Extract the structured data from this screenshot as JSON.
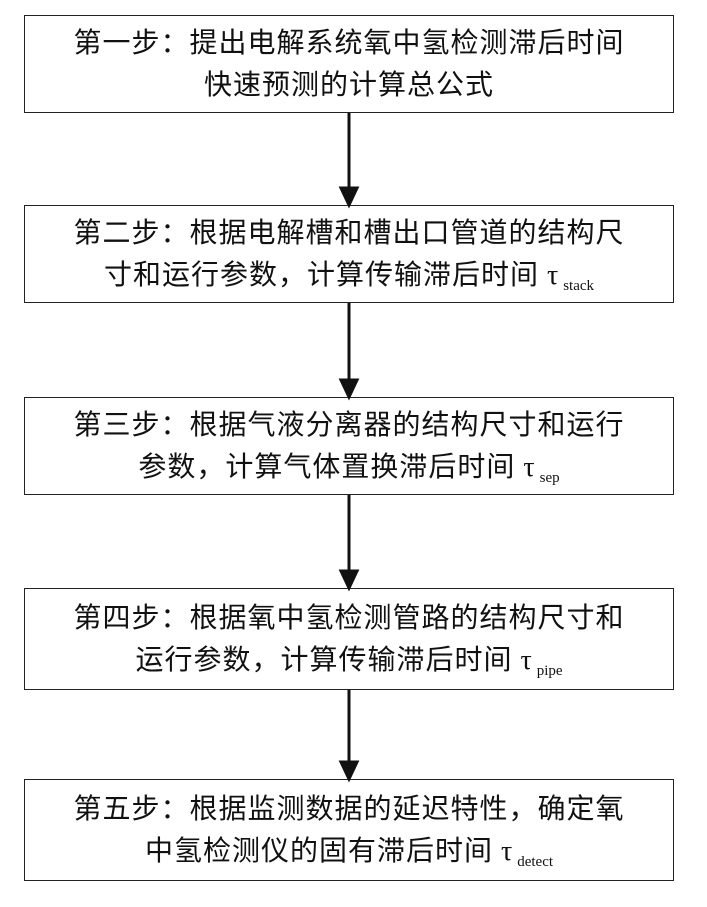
{
  "steps": [
    {
      "line1": "第一步：提出电解系统氧中氢检测滞后时间",
      "line2": "快速预测的计算总公式",
      "tau": "",
      "sub": ""
    },
    {
      "line1": "第二步：根据电解槽和槽出口管道的结构尺",
      "line2": "寸和运行参数，计算传输滞后时间",
      "tau": "τ",
      "sub": "stack"
    },
    {
      "line1": "第三步：根据气液分离器的结构尺寸和运行",
      "line2": "参数，计算气体置换滞后时间",
      "tau": "τ",
      "sub": "sep"
    },
    {
      "line1": "第四步：根据氧中氢检测管路的结构尺寸和",
      "line2": "运行参数，计算传输滞后时间",
      "tau": "τ",
      "sub": "pipe"
    },
    {
      "line1": "第五步：根据监测数据的延迟特性，确定氧",
      "line2": "中氢检测仪的固有滞后时间",
      "tau": "τ",
      "sub": "detect"
    }
  ]
}
